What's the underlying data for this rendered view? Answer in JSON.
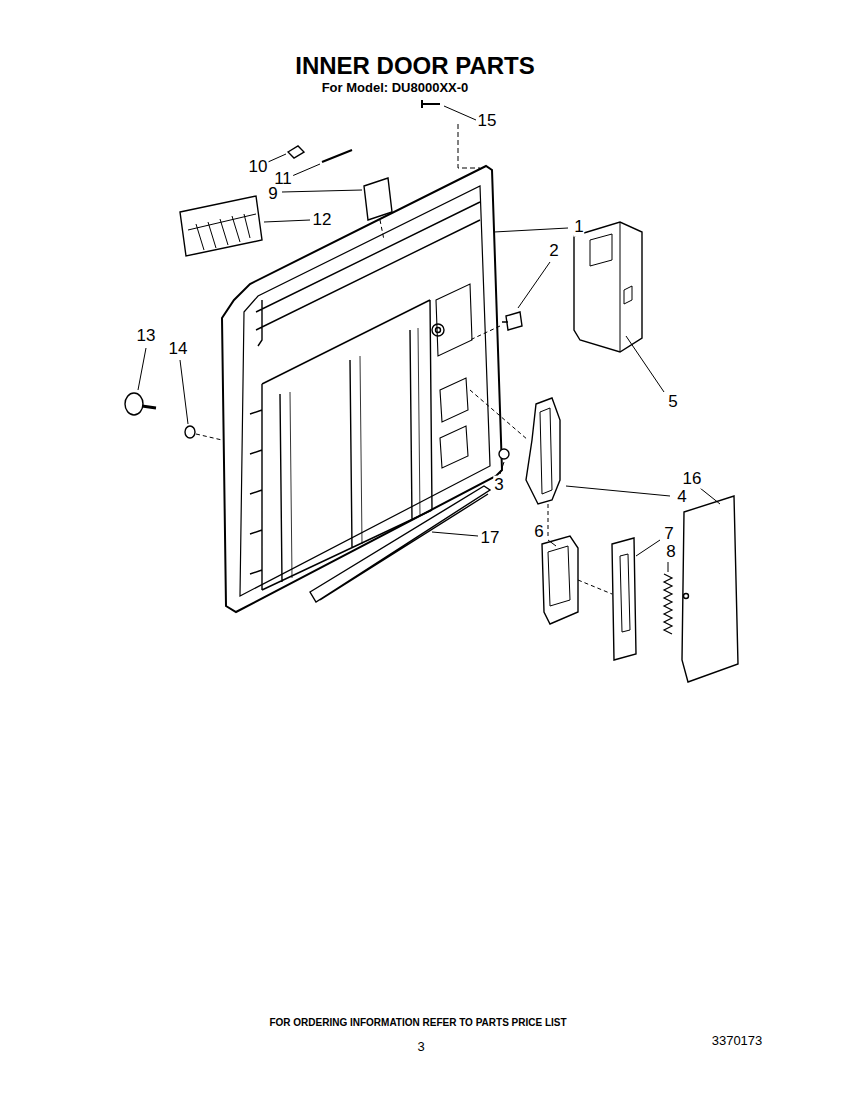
{
  "diagram": {
    "title": "INNER DOOR PARTS",
    "labels": [
      "For Model: DU8000XX-0",
      "15",
      "10",
      "11",
      "9",
      "1",
      "12",
      "2",
      "13",
      "14",
      "5",
      "3",
      "16",
      "4",
      "6",
      "7",
      "17",
      "8",
      "FOR ORDERING INFORMATION REFER TO PARTS PRICE LIST",
      "3",
      "3370173"
    ]
  }
}
